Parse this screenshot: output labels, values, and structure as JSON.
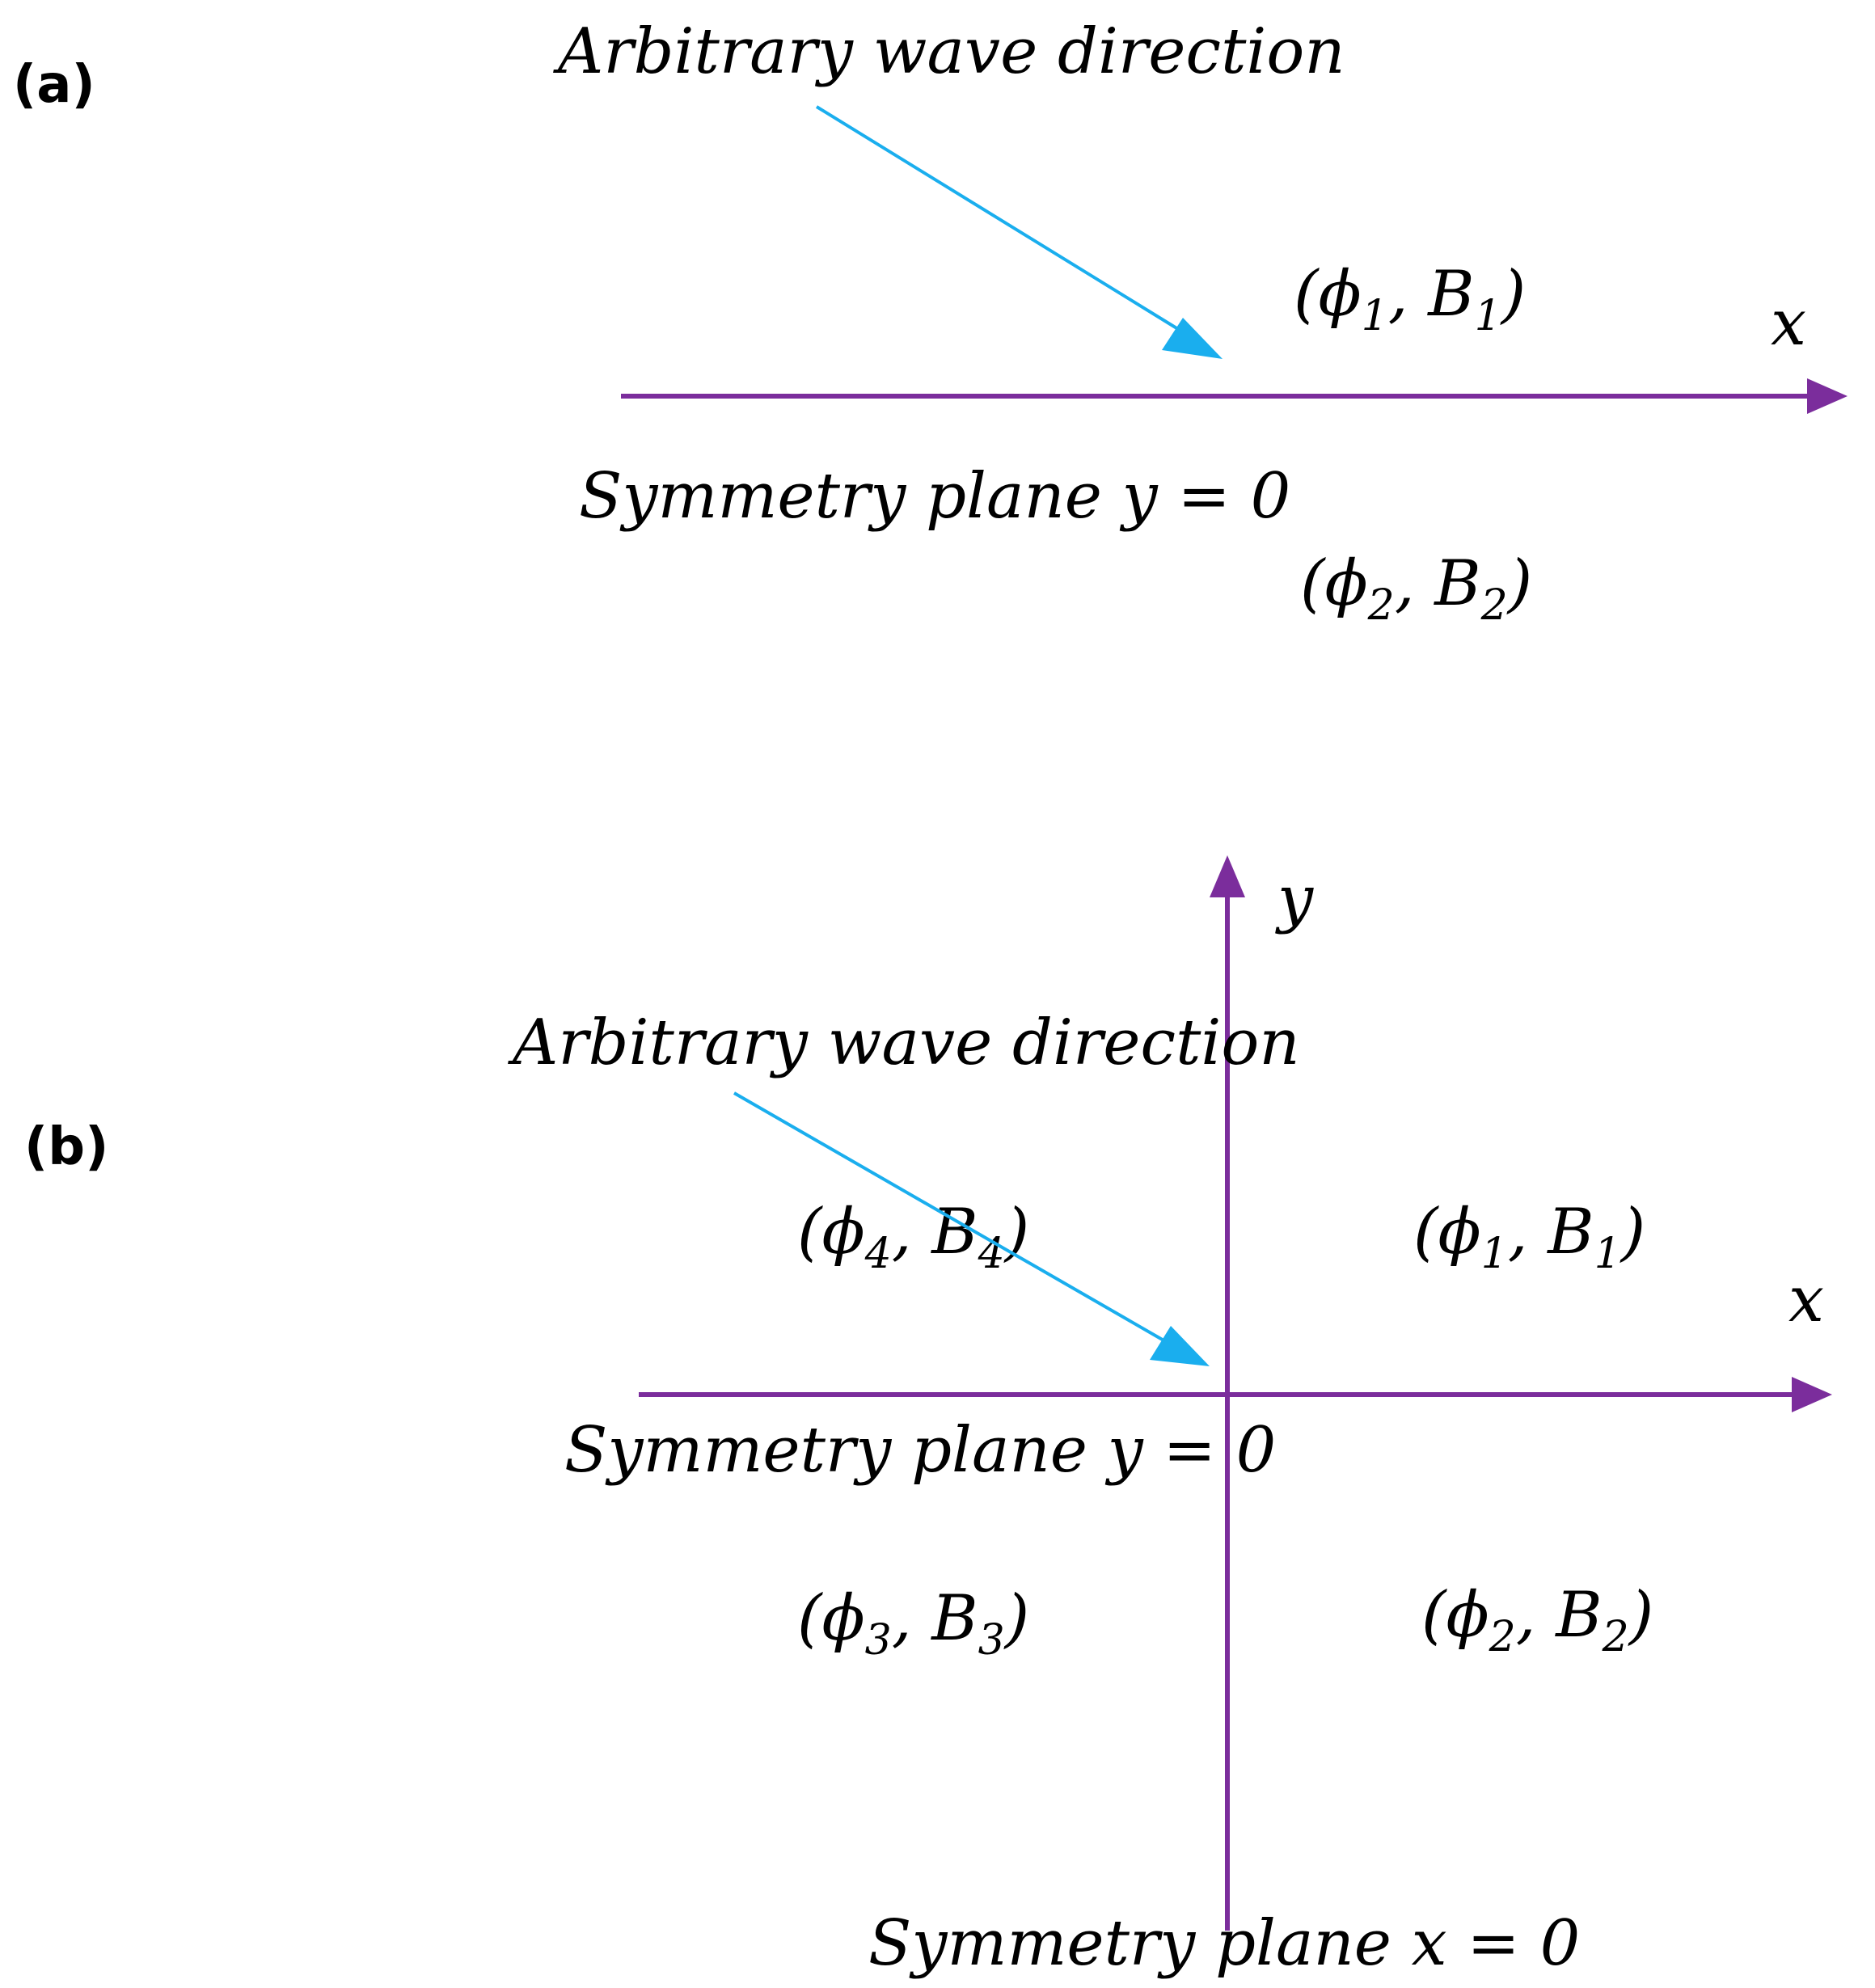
{
  "colors": {
    "axis": "#7B2D9C",
    "wave_arrow": "#1AAEEE",
    "text": "#000000"
  },
  "panel_a": {
    "label": "(a)",
    "wave_label": "Arbitrary wave direction",
    "x_axis_label": "x",
    "symmetry_label": "Symmetry plane y = 0",
    "region_1": {
      "phi": "ϕ",
      "phi_sub": "1",
      "b": "B",
      "b_sub": "1"
    },
    "region_2": {
      "phi": "ϕ",
      "phi_sub": "2",
      "b": "B",
      "b_sub": "2"
    }
  },
  "panel_b": {
    "label": "(b)",
    "wave_label": "Arbitrary wave direction",
    "x_axis_label": "x",
    "y_axis_label": "y",
    "symmetry_y_label": "Symmetry plane y = 0",
    "symmetry_x_label": "Symmetry plane x = 0",
    "region_1": {
      "phi": "ϕ",
      "phi_sub": "1",
      "b": "B",
      "b_sub": "1"
    },
    "region_2": {
      "phi": "ϕ",
      "phi_sub": "2",
      "b": "B",
      "b_sub": "2"
    },
    "region_3": {
      "phi": "ϕ",
      "phi_sub": "3",
      "b": "B",
      "b_sub": "3"
    },
    "region_4": {
      "phi": "ϕ",
      "phi_sub": "4",
      "b": "B",
      "b_sub": "4"
    }
  }
}
